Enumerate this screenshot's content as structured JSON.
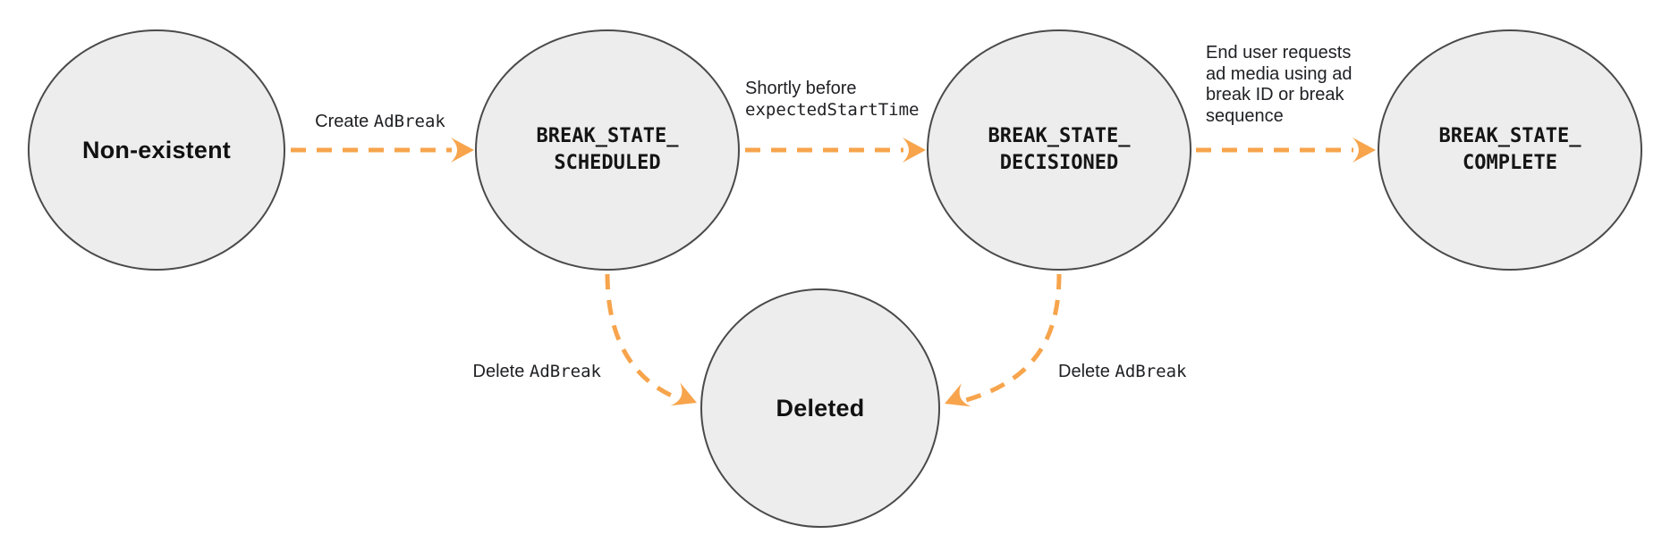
{
  "diagram": {
    "states": [
      {
        "id": "non-existent",
        "kind": "plain",
        "label": "Non-existent"
      },
      {
        "id": "break-state-scheduled",
        "kind": "code",
        "line1": "BREAK_STATE_",
        "line2": "SCHEDULED"
      },
      {
        "id": "break-state-decisioned",
        "kind": "code",
        "line1": "BREAK_STATE_",
        "line2": "DECISIONED"
      },
      {
        "id": "break-state-complete",
        "kind": "code",
        "line1": "BREAK_STATE_",
        "line2": "COMPLETE"
      },
      {
        "id": "deleted",
        "kind": "plain",
        "label": "Deleted"
      }
    ],
    "transitions": [
      {
        "from": "non-existent",
        "to": "break-state-scheduled",
        "label_plain": "Create ",
        "label_code": "AdBreak"
      },
      {
        "from": "break-state-scheduled",
        "to": "break-state-decisioned",
        "label_line1": "Shortly before",
        "label_line2_code": "expectedStartTime"
      },
      {
        "from": "break-state-decisioned",
        "to": "break-state-complete",
        "label_line1": "End user requests",
        "label_line2": "ad media using ad",
        "label_line3": "break ID or break",
        "label_line4": "sequence"
      },
      {
        "from": "break-state-scheduled",
        "to": "deleted",
        "label_plain": "Delete ",
        "label_code": "AdBreak"
      },
      {
        "from": "break-state-decisioned",
        "to": "deleted",
        "label_plain": "Delete ",
        "label_code": "AdBreak"
      }
    ],
    "colors": {
      "arrow": "#F7A44C",
      "state_fill": "#EDEDED",
      "state_border": "#4A4A4A",
      "text": "#1B1B1B"
    }
  }
}
